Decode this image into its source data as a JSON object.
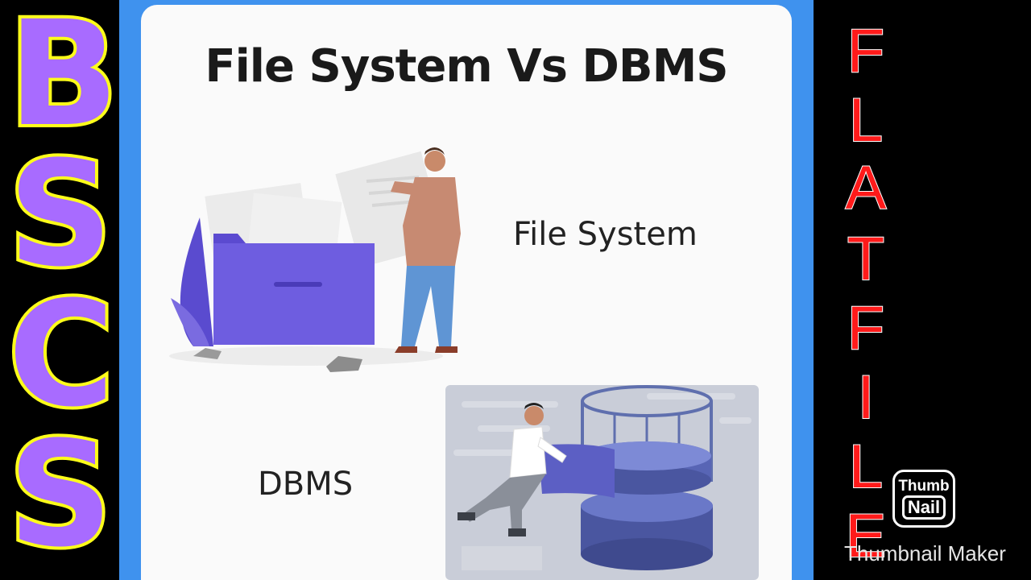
{
  "left_banner": {
    "letters": [
      "B",
      "S",
      "C",
      "S"
    ]
  },
  "slide": {
    "title": "File System Vs DBMS",
    "file_system_label": "File System",
    "dbms_label": "DBMS"
  },
  "right_banner": {
    "letters": [
      "F",
      "L",
      "A",
      "T",
      "F",
      "I",
      "L",
      "E"
    ]
  },
  "watermark": {
    "icon_line1": "Thumb",
    "icon_line2": "Nail",
    "text": "Thumbnail Maker"
  },
  "colors": {
    "frame_blue": "#3f92ee",
    "folder_purple": "#6b5bd6",
    "left_fill": "#a86bff",
    "left_stroke": "#ffff1a",
    "right_red": "#ff1a1a"
  }
}
